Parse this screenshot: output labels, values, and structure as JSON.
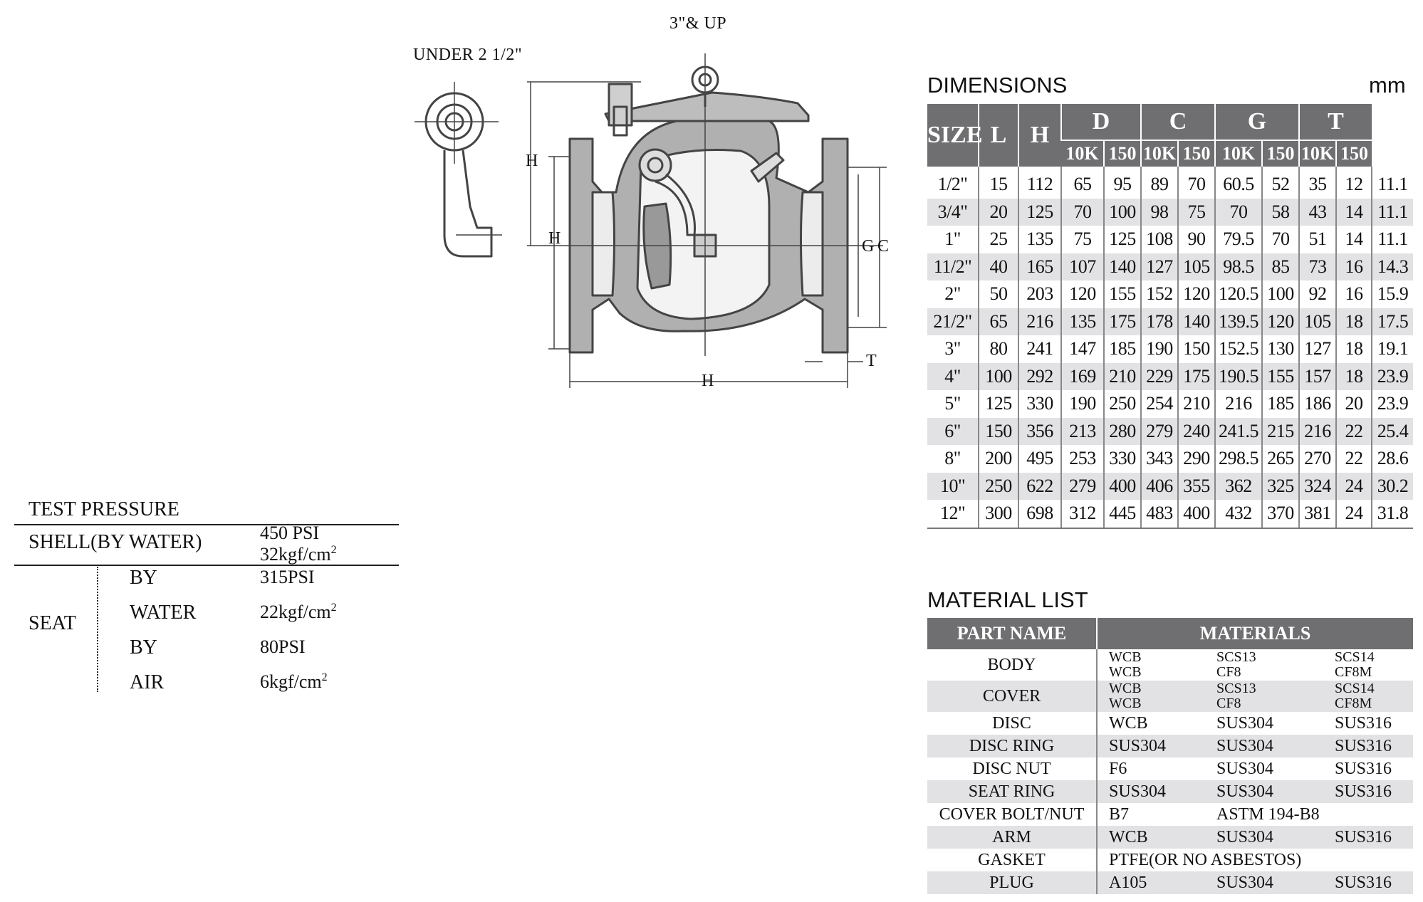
{
  "drawing": {
    "label_top": "3\"& UP",
    "label_left": "UNDER  2 1/2\"",
    "dim_h_upper": "H",
    "dim_h_left": "H",
    "dim_h_bottom": "H",
    "dim_g": "G",
    "dim_c": "C",
    "dim_t": "T"
  },
  "test_pressure": {
    "title": "TEST PRESSURE",
    "shell_label": "SHELL(BY WATER)",
    "shell_psi": "450 PSI",
    "shell_kgf": "32kgf/cm",
    "seat_label": "SEAT",
    "seat_rows": [
      {
        "medium": "BY",
        "value": "315PSI",
        "sup": ""
      },
      {
        "medium": "WATER",
        "value": "22kgf/cm",
        "sup": "2"
      },
      {
        "medium": "BY",
        "value": "80PSI",
        "sup": ""
      },
      {
        "medium": "AIR",
        "value": "6kgf/cm",
        "sup": "2"
      }
    ],
    "sup": "2"
  },
  "dimensions": {
    "title": "DIMENSIONS",
    "unit": "mm",
    "headers": {
      "size": "SIZE",
      "l": "L",
      "h": "H",
      "d": "D",
      "c": "C",
      "g": "G",
      "t": "T",
      "sub": [
        "10K",
        "150",
        "10K",
        "150",
        "10K",
        "150",
        "10K",
        "150"
      ]
    },
    "rows": [
      [
        "1/2\"",
        "15",
        "112",
        "65",
        "95",
        "89",
        "70",
        "60.5",
        "52",
        "35",
        "12",
        "11.1"
      ],
      [
        "3/4\"",
        "20",
        "125",
        "70",
        "100",
        "98",
        "75",
        "70",
        "58",
        "43",
        "14",
        "11.1"
      ],
      [
        "1\"",
        "25",
        "135",
        "75",
        "125",
        "108",
        "90",
        "79.5",
        "70",
        "51",
        "14",
        "11.1"
      ],
      [
        "11/2\"",
        "40",
        "165",
        "107",
        "140",
        "127",
        "105",
        "98.5",
        "85",
        "73",
        "16",
        "14.3"
      ],
      [
        "2\"",
        "50",
        "203",
        "120",
        "155",
        "152",
        "120",
        "120.5",
        "100",
        "92",
        "16",
        "15.9"
      ],
      [
        "21/2\"",
        "65",
        "216",
        "135",
        "175",
        "178",
        "140",
        "139.5",
        "120",
        "105",
        "18",
        "17.5"
      ],
      [
        "3\"",
        "80",
        "241",
        "147",
        "185",
        "190",
        "150",
        "152.5",
        "130",
        "127",
        "18",
        "19.1"
      ],
      [
        "4\"",
        "100",
        "292",
        "169",
        "210",
        "229",
        "175",
        "190.5",
        "155",
        "157",
        "18",
        "23.9"
      ],
      [
        "5\"",
        "125",
        "330",
        "190",
        "250",
        "254",
        "210",
        "216",
        "185",
        "186",
        "20",
        "23.9"
      ],
      [
        "6\"",
        "150",
        "356",
        "213",
        "280",
        "279",
        "240",
        "241.5",
        "215",
        "216",
        "22",
        "25.4"
      ],
      [
        "8\"",
        "200",
        "495",
        "253",
        "330",
        "343",
        "290",
        "298.5",
        "265",
        "270",
        "22",
        "28.6"
      ],
      [
        "10\"",
        "250",
        "622",
        "279",
        "400",
        "406",
        "355",
        "362",
        "325",
        "324",
        "24",
        "30.2"
      ],
      [
        "12\"",
        "300",
        "698",
        "312",
        "445",
        "483",
        "400",
        "432",
        "370",
        "381",
        "24",
        "31.8"
      ]
    ]
  },
  "materials": {
    "title": "MATERIAL LIST",
    "headers": {
      "part": "PART NAME",
      "materials": "MATERIALS"
    },
    "rows": [
      {
        "part": "BODY",
        "cols": [
          [
            "WCB",
            "WCB"
          ],
          [
            "SCS13",
            "CF8"
          ],
          [
            "SCS14",
            "CF8M"
          ]
        ]
      },
      {
        "part": "COVER",
        "cols": [
          [
            "WCB",
            "WCB"
          ],
          [
            "SCS13",
            "CF8"
          ],
          [
            "SCS14",
            "CF8M"
          ]
        ]
      },
      {
        "part": "DISC",
        "cols": [
          [
            "WCB"
          ],
          [
            "SUS304"
          ],
          [
            "SUS316"
          ]
        ]
      },
      {
        "part": "DISC RING",
        "cols": [
          [
            "SUS304"
          ],
          [
            "SUS304"
          ],
          [
            "SUS316"
          ]
        ]
      },
      {
        "part": "DISC NUT",
        "cols": [
          [
            "F6"
          ],
          [
            "SUS304"
          ],
          [
            "SUS316"
          ]
        ]
      },
      {
        "part": "SEAT RING",
        "cols": [
          [
            "SUS304"
          ],
          [
            "SUS304"
          ],
          [
            "SUS316"
          ]
        ]
      },
      {
        "part": "COVER BOLT/NUT",
        "cols": [
          [
            "B7"
          ],
          [
            "ASTM 194-B8"
          ],
          [
            ""
          ]
        ]
      },
      {
        "part": "ARM",
        "cols": [
          [
            "WCB"
          ],
          [
            "SUS304"
          ],
          [
            "SUS316"
          ]
        ]
      },
      {
        "part": "GASKET",
        "span": "PTFE(OR NO ASBESTOS)"
      },
      {
        "part": "PLUG",
        "cols": [
          [
            "A105"
          ],
          [
            "SUS304"
          ],
          [
            "SUS316"
          ]
        ]
      }
    ]
  }
}
